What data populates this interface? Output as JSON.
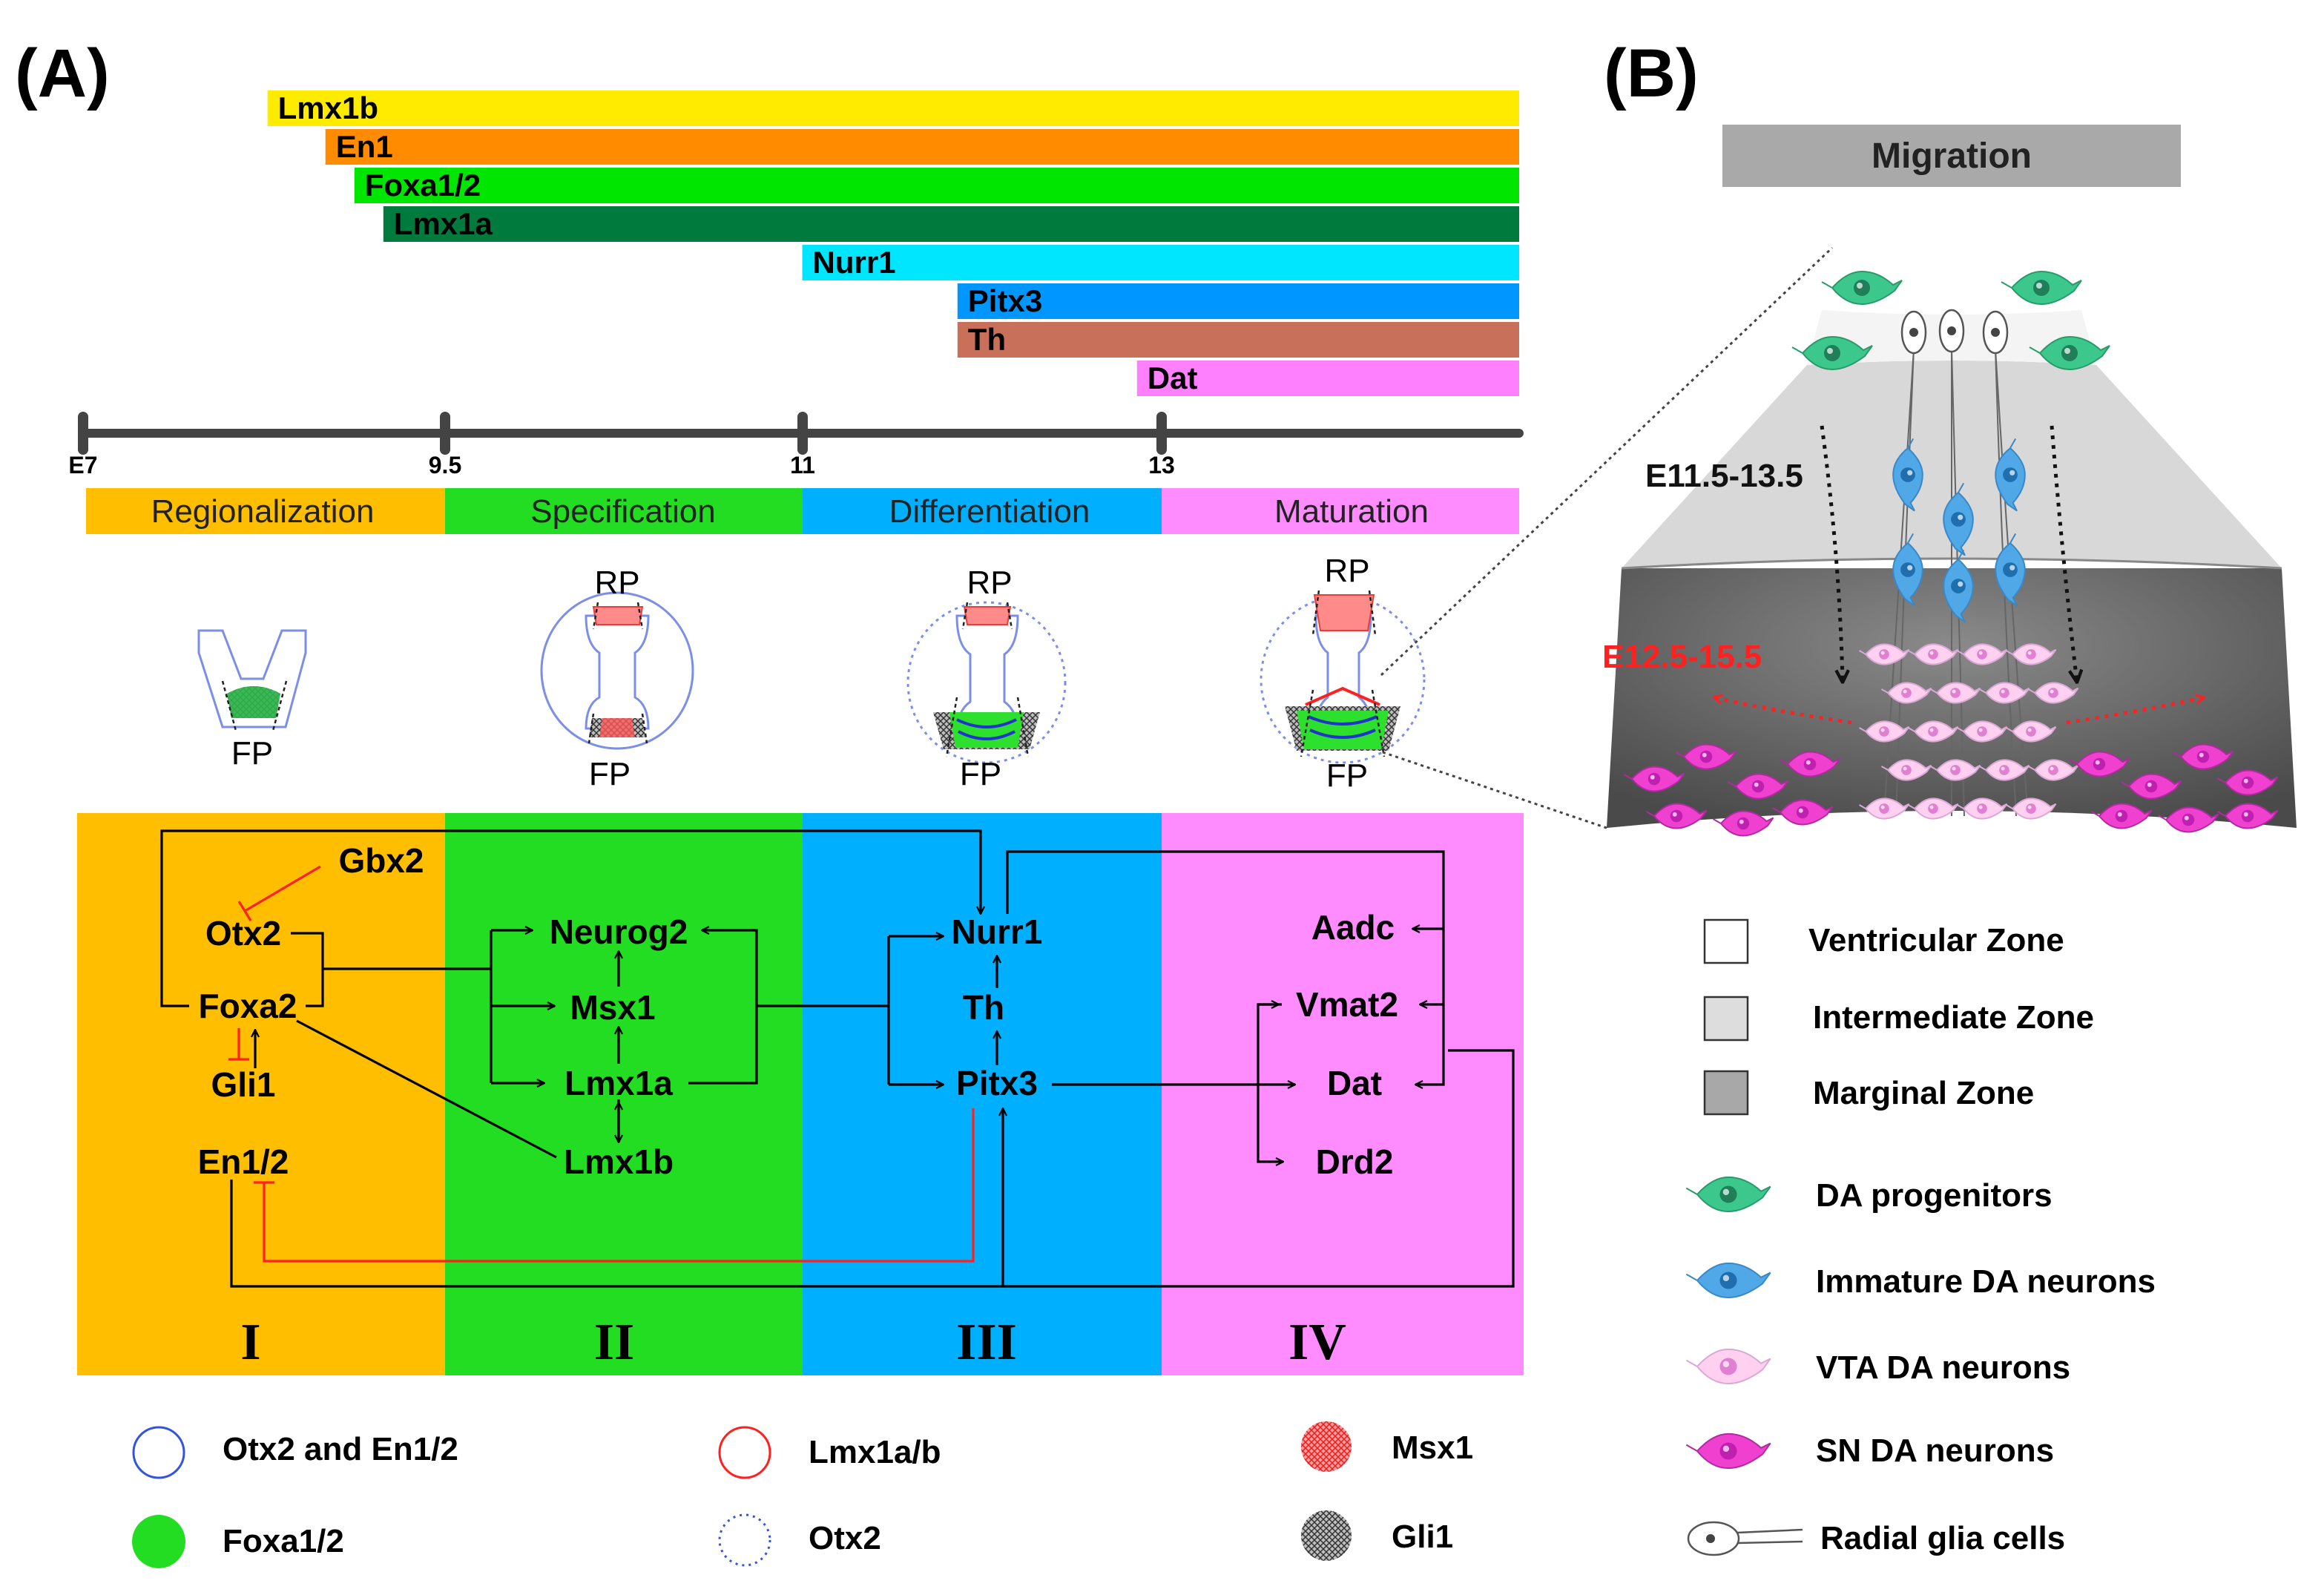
{
  "panelA": {
    "label": "(A)",
    "genes": [
      {
        "name": "Lmx1b",
        "start": 7.7,
        "color": "#FFEB00"
      },
      {
        "name": "En1",
        "start": 8.1,
        "color": "#FF8C00"
      },
      {
        "name": "Foxa1/2",
        "start": 8.3,
        "color": "#00E600"
      },
      {
        "name": "Lmx1a",
        "start": 8.5,
        "color": "#007A3D"
      },
      {
        "name": "Nurr1",
        "start": 10.65,
        "color": "#00E6FF"
      },
      {
        "name": "Pitx3",
        "start": 11.4,
        "color": "#0096FF"
      },
      {
        "name": "Th",
        "start": 11.4,
        "color": "#C8705A"
      },
      {
        "name": "Dat",
        "start": 12.4,
        "color": "#FF80FF"
      }
    ],
    "timeline": {
      "ticks": [
        "E7",
        "9.5",
        "11",
        "13"
      ],
      "stages": [
        {
          "name": "Regionalization",
          "color": "#FFBF00"
        },
        {
          "name": "Specification",
          "color": "#22DD22"
        },
        {
          "name": "Differentiation",
          "color": "#00B0FF"
        },
        {
          "name": "Maturation",
          "color": "#FF8CFF"
        }
      ]
    },
    "sections": {
      "rp": "RP",
      "fp": "FP"
    },
    "network": {
      "roman": [
        "I",
        "II",
        "III",
        "IV"
      ],
      "nodes": {
        "gbx2": "Gbx2",
        "otx2": "Otx2",
        "foxa2": "Foxa2",
        "gli1": "Gli1",
        "en12": "En1/2",
        "neurog2": "Neurog2",
        "msx1": "Msx1",
        "lmx1a": "Lmx1a",
        "lmx1b": "Lmx1b",
        "nurr1": "Nurr1",
        "th": "Th",
        "pitx3": "Pitx3",
        "aadc": "Aadc",
        "vmat2": "Vmat2",
        "dat": "Dat",
        "drd2": "Drd2"
      }
    },
    "legend": [
      {
        "label": "Otx2 and En1/2",
        "icon": "blue-ring-icon"
      },
      {
        "label": "Lmx1a/b",
        "icon": "red-ring-icon"
      },
      {
        "label": "Msx1",
        "icon": "red-hatched-disc-icon"
      },
      {
        "label": "Foxa1/2",
        "icon": "green-disc-icon"
      },
      {
        "label": "Otx2",
        "icon": "dotted-blue-ring-icon"
      },
      {
        "label": "Gli1",
        "icon": "gray-hatched-disc-icon"
      }
    ]
  },
  "panelB": {
    "label": "(B)",
    "header": "Migration",
    "stage1": "E11.5-13.5",
    "stage2": "E12.5-15.5",
    "zones": [
      {
        "label": "Ventricular Zone",
        "color": "#FFFFFF"
      },
      {
        "label": "Intermediate Zone",
        "color": "#DDDDDD"
      },
      {
        "label": "Marginal Zone",
        "color": "#A8A8A8"
      }
    ],
    "cells": [
      {
        "label": "DA progenitors",
        "color": "#3CC88C",
        "icon": "da-progenitor-cell-icon"
      },
      {
        "label": "Immature DA neurons",
        "color": "#50A8E6",
        "icon": "immature-da-neuron-icon"
      },
      {
        "label": "VTA DA neurons",
        "color": "#FFD0F0",
        "icon": "vta-neuron-icon"
      },
      {
        "label": "SN DA neurons",
        "color": "#F040D0",
        "icon": "sn-neuron-icon"
      },
      {
        "label": "Radial glia cells",
        "color": "#FFFFFF",
        "icon": "radial-glia-icon"
      }
    ]
  }
}
